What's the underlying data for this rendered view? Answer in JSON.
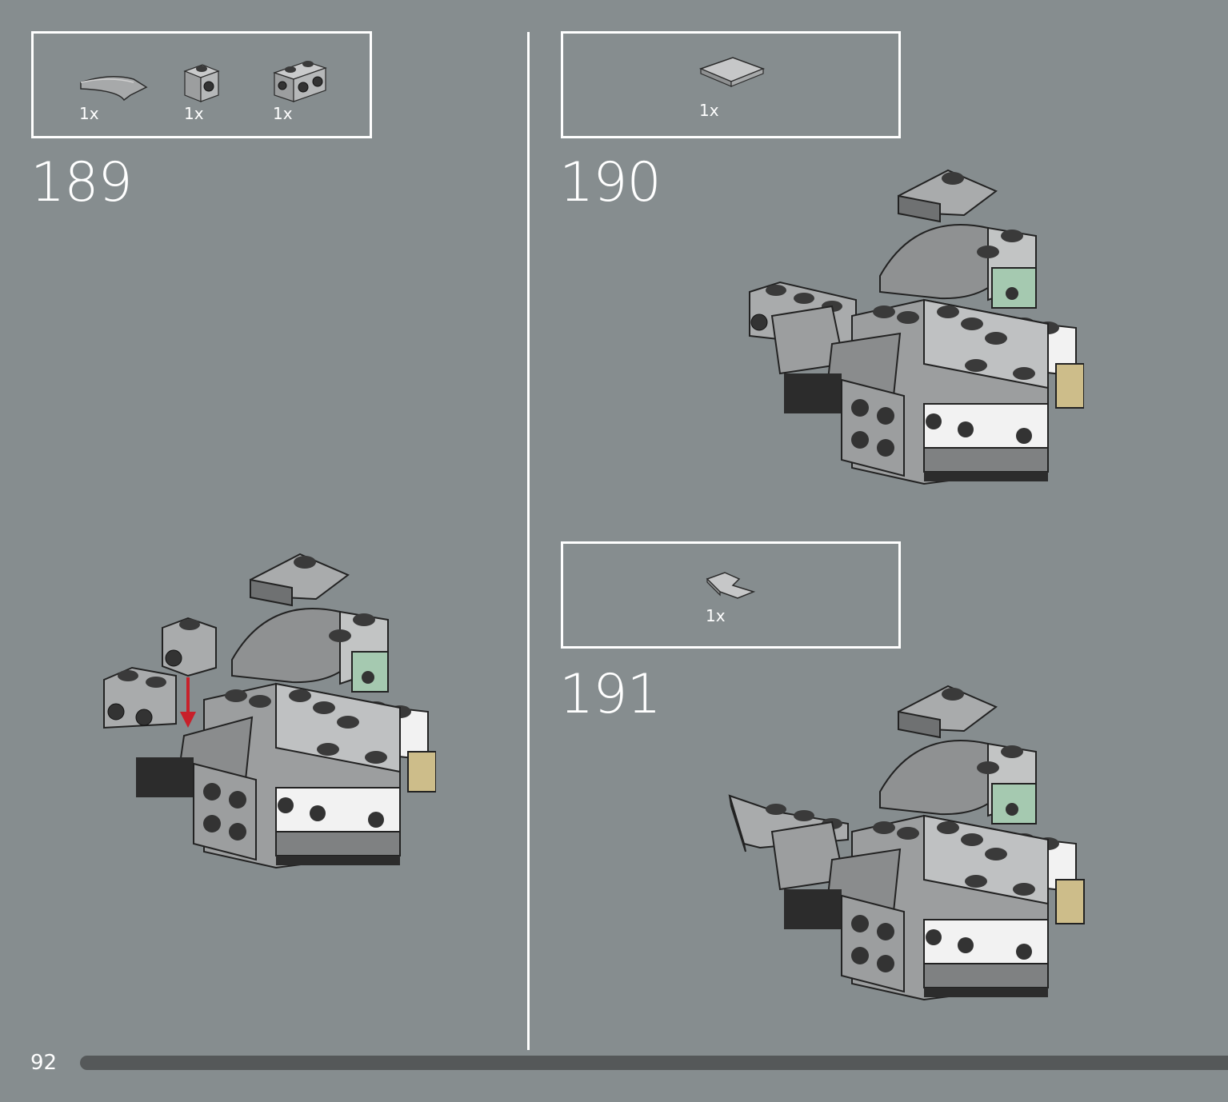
{
  "page": {
    "number": "92"
  },
  "steps": [
    {
      "number": "189",
      "parts": [
        {
          "qty": "1x",
          "name": "curved-tile-icon"
        },
        {
          "qty": "1x",
          "name": "brick-1x1-side-stud-icon"
        },
        {
          "qty": "1x",
          "name": "brick-1x2-side-studs-icon"
        }
      ]
    },
    {
      "number": "190",
      "parts": [
        {
          "qty": "1x",
          "name": "tile-2x2-icon"
        }
      ]
    },
    {
      "number": "191",
      "parts": [
        {
          "qty": "1x",
          "name": "wedge-plate-icon"
        }
      ]
    }
  ],
  "colors": {
    "background": "#868d8f",
    "callout_arrow": "#c8202a"
  }
}
